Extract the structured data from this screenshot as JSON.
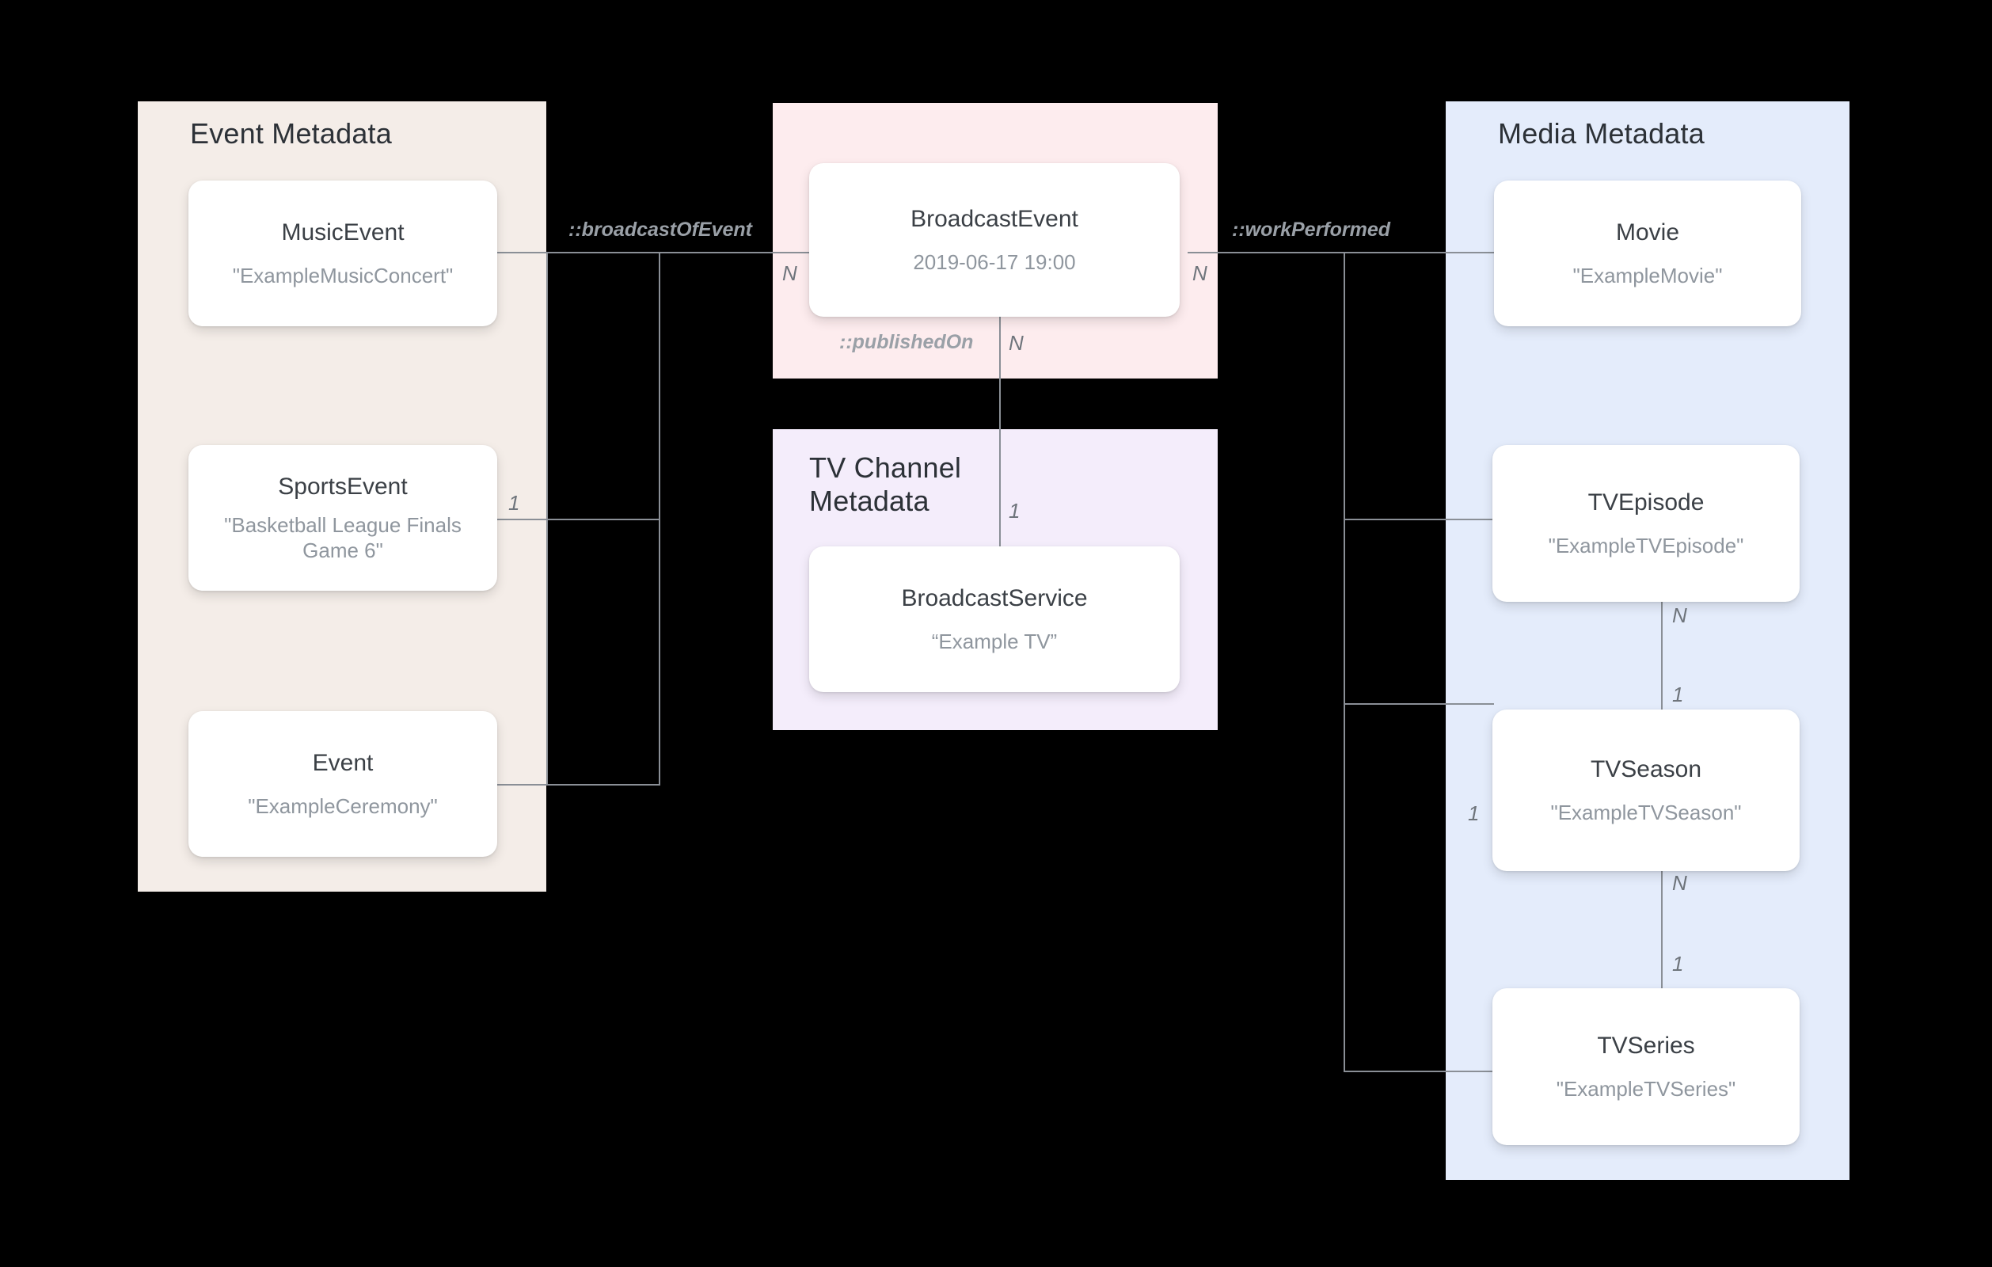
{
  "diagram": {
    "title": "Broadcast event metadata relationships",
    "background_color": "#000000",
    "line_color": "#8a8f96"
  },
  "groups": [
    {
      "id": "event-metadata",
      "title": "Event Metadata",
      "color": "#f4ede8"
    },
    {
      "id": "broadcast-event-group",
      "title": "",
      "color": "#fdecee"
    },
    {
      "id": "tv-channel-metadata",
      "title": "TV Channel\nMetadata",
      "color": "#f4edfb"
    },
    {
      "id": "media-metadata",
      "title": "Media Metadata",
      "color": "#e4ecfb"
    }
  ],
  "entities": [
    {
      "id": "music-event",
      "type": "MusicEvent",
      "value": "\"ExampleMusicConcert\""
    },
    {
      "id": "sports-event",
      "type": "SportsEvent",
      "value": "\"Basketball League Finals Game 6\""
    },
    {
      "id": "event",
      "type": "Event",
      "value": "\"ExampleCeremony\""
    },
    {
      "id": "broadcast-event",
      "type": "BroadcastEvent",
      "value": "2019-06-17 19:00"
    },
    {
      "id": "broadcast-service",
      "type": "BroadcastService",
      "value": "“Example TV”"
    },
    {
      "id": "movie",
      "type": "Movie",
      "value": "\"ExampleMovie\""
    },
    {
      "id": "tv-episode",
      "type": "TVEpisode",
      "value": "\"ExampleTVEpisode\""
    },
    {
      "id": "tv-season",
      "type": "TVSeason",
      "value": "\"ExampleTVSeason\""
    },
    {
      "id": "tv-series",
      "type": "TVSeries",
      "value": "\"ExampleTVSeries\""
    }
  ],
  "relations": [
    {
      "id": "broadcast-of-event",
      "label": "::broadcastOfEvent",
      "from": "broadcast-event",
      "to": "event-metadata",
      "from_cardinality": "N",
      "to_cardinality": "1"
    },
    {
      "id": "published-on",
      "label": "::publishedOn",
      "from": "broadcast-event",
      "to": "broadcast-service",
      "from_cardinality": "N",
      "to_cardinality": "1"
    },
    {
      "id": "work-performed",
      "label": "::workPerformed",
      "from": "broadcast-event",
      "to": "media-metadata",
      "from_cardinality": "N",
      "to_cardinality": ""
    },
    {
      "id": "episode-in-season",
      "label": "",
      "from": "tv-episode",
      "to": "tv-season",
      "from_cardinality": "N",
      "to_cardinality": "1"
    },
    {
      "id": "season-in-series",
      "label": "",
      "from": "tv-season",
      "to": "tv-series",
      "from_cardinality": "N",
      "to_cardinality": "1"
    }
  ],
  "cardinality_markers": [
    {
      "id": "broadcast-event-left-n",
      "text": "N"
    },
    {
      "id": "sports-event-right-1",
      "text": "1"
    },
    {
      "id": "published-on-n",
      "text": "N"
    },
    {
      "id": "broadcast-service-1",
      "text": "1"
    },
    {
      "id": "broadcast-event-right-n",
      "text": "N"
    },
    {
      "id": "episode-season-n",
      "text": "N"
    },
    {
      "id": "episode-season-1",
      "text": "1"
    },
    {
      "id": "season-right-1",
      "text": "1"
    },
    {
      "id": "season-series-n",
      "text": "N"
    },
    {
      "id": "season-series-1",
      "text": "1"
    }
  ]
}
